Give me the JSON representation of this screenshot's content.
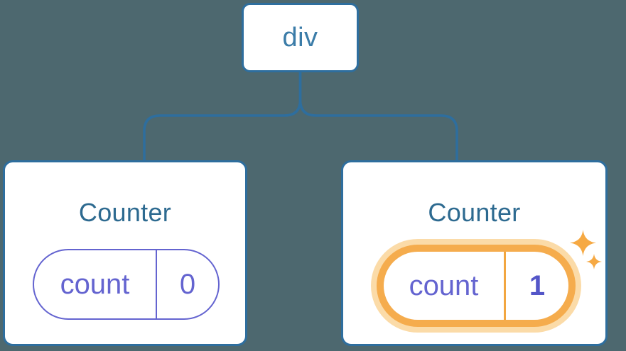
{
  "diagram": {
    "root": {
      "label": "div"
    },
    "counters": [
      {
        "title": "Counter",
        "state_key": "count",
        "state_value": "0",
        "highlighted": false
      },
      {
        "title": "Counter",
        "state_key": "count",
        "state_value": "1",
        "highlighted": true
      }
    ],
    "icons": {
      "sparkle_large": "sparkle-icon",
      "sparkle_small": "sparkle-icon"
    },
    "colors": {
      "background": "#4D686F",
      "node_border_blue": "#2E6E9E",
      "connector_blue": "#2E6E9E",
      "root_label_blue": "#3B7CA8",
      "title_blue": "#2D6A90",
      "state_purple": "#6464D0",
      "state_value_bold_purple": "#5456C8",
      "highlight_orange": "#F5AC4D",
      "highlight_divider_orange": "#F2A640",
      "highlight_glow": "#FBDBA8",
      "sparkle_orange": "#F6A943",
      "card_background": "#FFFFFF"
    }
  }
}
